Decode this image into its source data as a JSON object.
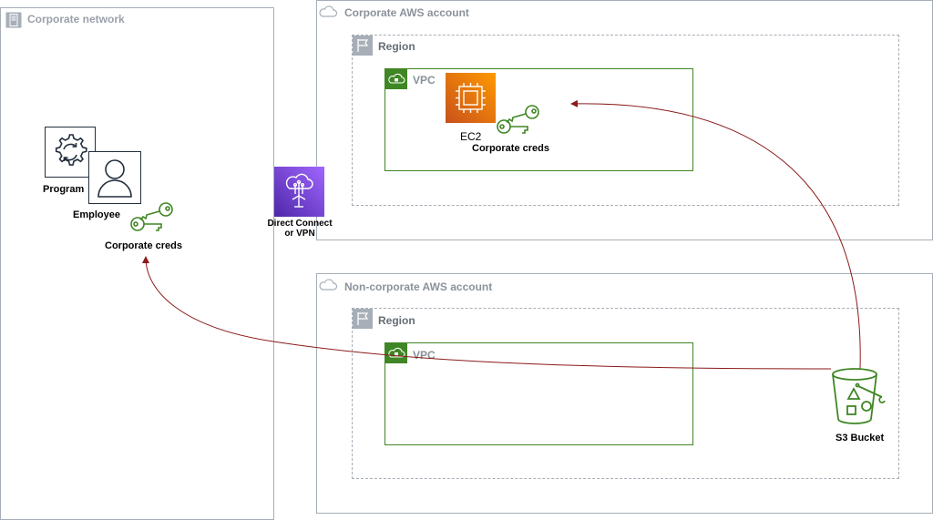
{
  "groups": {
    "corporate_network": "Corporate network",
    "corporate_aws_account": "Corporate AWS account",
    "corporate_region": "Region",
    "corporate_vpc": "VPC",
    "noncorp_aws_account": "Non-corporate AWS account",
    "noncorp_region": "Region",
    "noncorp_vpc": "VPC"
  },
  "nodes": {
    "program": "Program",
    "employee": "Employee",
    "employee_creds": "Corporate creds",
    "direct_connect_line1": "Direct Connect",
    "direct_connect_line2": "or VPN",
    "ec2": "EC2",
    "ec2_creds": "Corporate creds",
    "s3": "S3 Bucket"
  },
  "colors": {
    "group_border": "#a7aeb7",
    "vpc_green": "#3f8624",
    "ec2_orange": "#ed7100",
    "direct_connect_purple": "#8c4fff",
    "s3_green": "#3f8624",
    "arrow": "#8b1a1a"
  },
  "icons": {
    "corporate_network": "server-icon",
    "aws_account": "cloud-icon",
    "region": "flag-icon",
    "vpc": "vpc-cloud-lock-icon",
    "program": "gear-sync-icon",
    "employee": "user-icon",
    "creds": "keys-icon",
    "direct_connect": "direct-connect-icon",
    "ec2": "ec2-chip-icon",
    "s3": "s3-bucket-icon"
  }
}
